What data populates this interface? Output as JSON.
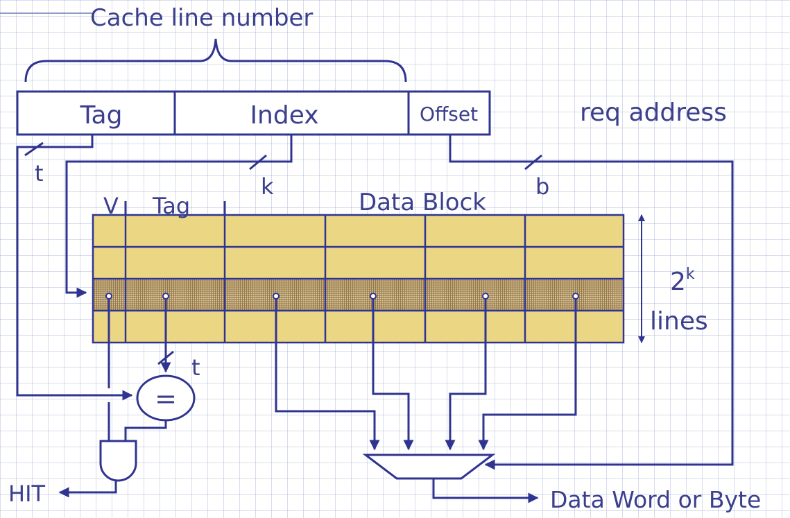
{
  "diagram": {
    "title": "Cache line  number",
    "address": {
      "caption": "req address",
      "fields": [
        "Tag",
        "Index",
        "Offset"
      ]
    },
    "bus_widths": {
      "tag": "t",
      "index": "k",
      "offset": "b",
      "tag_out": "t"
    },
    "array": {
      "column_labels": {
        "valid": "V",
        "tag": "Tag",
        "data": "Data Block"
      },
      "size_base": "2",
      "size_exp": "k",
      "size_unit": "lines"
    },
    "comparator": "=",
    "outputs": {
      "hit": "HIT",
      "data": "Data Word or Byte"
    },
    "colors": {
      "line": "#2f3490",
      "text": "#3b3f8c",
      "array_fill": "#ebd684",
      "selected_line": "#b59a6a"
    }
  }
}
